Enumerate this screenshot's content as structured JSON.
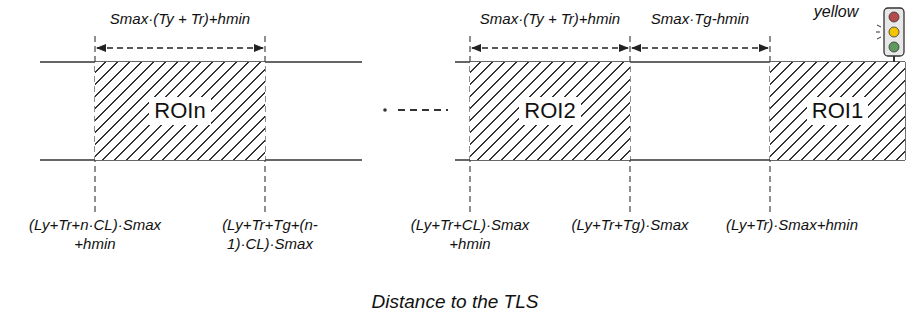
{
  "diagram": {
    "nodes": [
      {
        "text": [
          "ROIn"
        ]
      },
      {
        "text": [
          "ROI2"
        ]
      },
      {
        "text": [
          "ROI1"
        ]
      }
    ],
    "labels": [
      "yellow",
      "Smax·(Ty + Tr)+hmin",
      "Smax·(Ty + Tr)+hmin",
      "Smax·Tg-hmin",
      "(Ly+Tr+n·CL)·Smax +hmin",
      "(Ly+Tr+Tg+(n-1)·CL)·Smax",
      "(Ly+Tr+CL)·Smax +hmin",
      "(Ly+Tr+Tg)·Smax",
      "(Ly+Tr)·Smax+hmin",
      "Distance to the TLS"
    ]
  }
}
